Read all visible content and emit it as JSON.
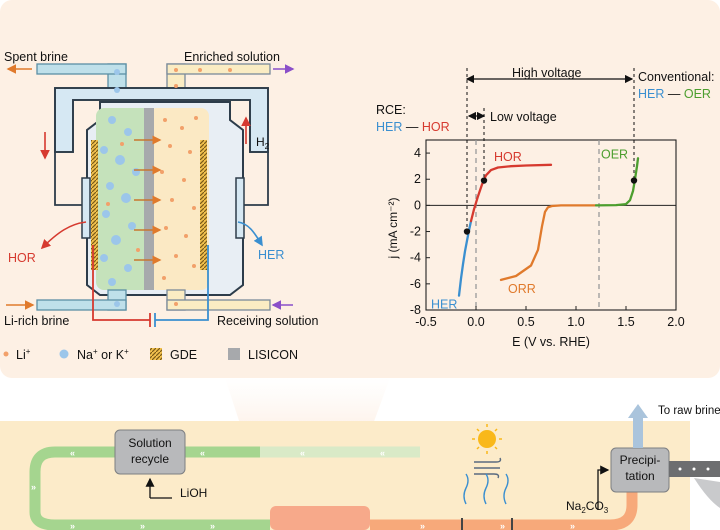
{
  "cell": {
    "spent_brine": "Spent brine",
    "enriched_solution": "Enriched solution",
    "h2": "H",
    "h2_sub": "2",
    "hor": "HOR",
    "her": "HER",
    "li_rich_brine": "Li-rich brine",
    "receiving_solution": "Receiving solution"
  },
  "legend": {
    "li": "Li",
    "li_sup": "+",
    "na_k": "Na",
    "na_k_sup": "+",
    "na_k_mid": " or K",
    "na_k_sup2": "+",
    "gde": "GDE",
    "lisicon": "LISICON"
  },
  "chart_labels": {
    "high_voltage": "High voltage",
    "low_voltage": "Low voltage",
    "conventional": "Conventional:",
    "conv_her": "HER",
    "conv_dash": " — ",
    "conv_oer": "OER",
    "rce": "RCE:",
    "rce_her": "HER",
    "rce_dash": " — ",
    "rce_hor": "HOR"
  },
  "chart_data": {
    "type": "line",
    "xlabel": "E (V vs. RHE)",
    "ylabel": "j (mA cm⁻²)",
    "xlim": [
      -0.5,
      2.0
    ],
    "ylim": [
      -8,
      5
    ],
    "xticks": [
      -0.5,
      0.0,
      0.5,
      1.0,
      1.5,
      2.0
    ],
    "xtick_labels": [
      "-0.5",
      "0.0",
      "0.5",
      "1.0",
      "1.5",
      "2.0"
    ],
    "yticks": [
      -8,
      -6,
      -4,
      -2,
      0,
      2,
      4
    ],
    "ytick_labels": [
      "-8",
      "-6",
      "-4",
      "-2",
      "0",
      "2",
      "4"
    ],
    "series": [
      {
        "name": "HER",
        "color": "#3a8fd0",
        "x": [
          -0.17,
          -0.15,
          -0.13,
          -0.11,
          -0.09,
          -0.07,
          -0.05
        ],
        "y": [
          -6.9,
          -5.6,
          -4.5,
          -3.5,
          -2.7,
          -1.9,
          -1.2
        ]
      },
      {
        "name": "HOR",
        "color": "#d63a2f",
        "x": [
          -0.05,
          -0.02,
          0.02,
          0.06,
          0.1,
          0.15,
          0.22,
          0.35,
          0.5,
          0.75
        ],
        "y": [
          -1.2,
          -0.3,
          0.7,
          1.6,
          2.3,
          2.7,
          2.9,
          3.0,
          3.05,
          3.1
        ]
      },
      {
        "name": "ORR",
        "color": "#e07a2c",
        "x": [
          0.25,
          0.4,
          0.55,
          0.62,
          0.66,
          0.69,
          0.72,
          0.76,
          0.85,
          1.0,
          1.2
        ],
        "y": [
          -5.7,
          -5.4,
          -4.6,
          -3.4,
          -1.6,
          -0.5,
          -0.15,
          -0.05,
          0.0,
          0.0,
          0.0
        ]
      },
      {
        "name": "OER",
        "color": "#4c9e2e",
        "x": [
          1.2,
          1.4,
          1.5,
          1.54,
          1.57,
          1.59,
          1.61,
          1.62
        ],
        "y": [
          0.0,
          0.02,
          0.1,
          0.4,
          1.1,
          2.0,
          3.0,
          3.6
        ]
      }
    ],
    "markers": [
      {
        "x": -0.09,
        "y": -2.0
      },
      {
        "x": 0.08,
        "y": 1.9
      },
      {
        "x": 1.58,
        "y": 1.9
      }
    ],
    "dashed_refs_x": [
      -0.09,
      0.08,
      1.58
    ],
    "gray_dashed_x": [
      0.0,
      1.23
    ]
  },
  "process": {
    "solution_recycle_1": "Solution",
    "solution_recycle_2": "recycle",
    "lioh": "LiOH",
    "precip_1": "Precipi-",
    "precip_2": "tation",
    "na2co3": "Na",
    "na2co3_sub": "2",
    "na2co3_tail": "CO",
    "na2co3_sub2": "3",
    "to_raw_brine": "To raw brine"
  }
}
